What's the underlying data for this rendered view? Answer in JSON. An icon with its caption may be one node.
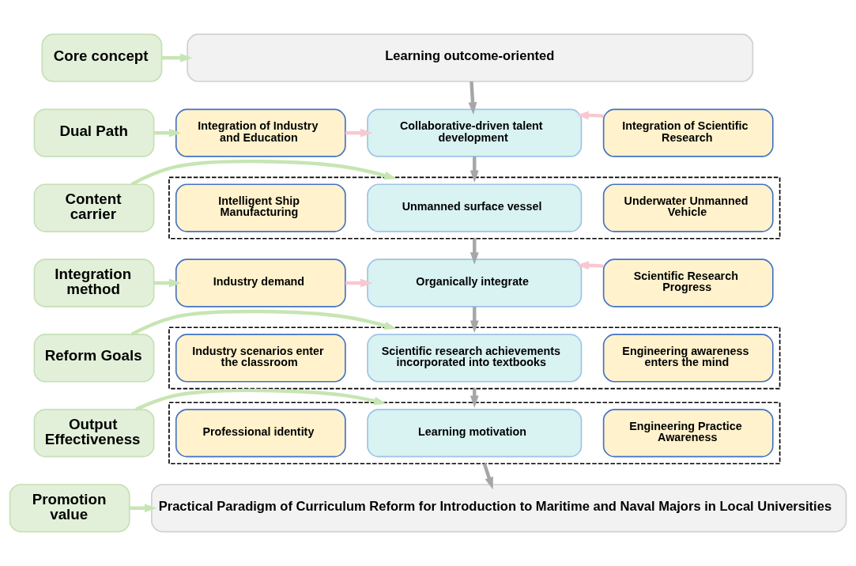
{
  "diagram": {
    "nodes": [
      {
        "text": [
          "Core concept"
        ]
      },
      {
        "text": [
          "Learning outcome-oriented"
        ]
      },
      {
        "text": [
          "Dual Path"
        ]
      },
      {
        "text": [
          "Integration of Industry and Education"
        ]
      },
      {
        "text": [
          "Collaborative-driven talent development"
        ]
      },
      {
        "text": [
          "Integration of Scientific Research"
        ]
      },
      {
        "text": [
          "Content carrier"
        ]
      },
      {
        "text": [],
        "shape": "box"
      },
      {
        "text": [
          "Intelligent Ship Manufacturing"
        ],
        "in": 7
      },
      {
        "text": [
          "Unmanned surface vessel"
        ],
        "in": 7
      },
      {
        "text": [
          "Underwater Unmanned Vehicle"
        ],
        "in": 7
      },
      {
        "text": [
          "Integration method"
        ]
      },
      {
        "text": [
          "Industry demand"
        ]
      },
      {
        "text": [
          "Organically integrate"
        ]
      },
      {
        "text": [
          "Scientific Research Progress"
        ]
      },
      {
        "text": [
          "Reform Goals"
        ]
      },
      {
        "text": [],
        "shape": "box"
      },
      {
        "text": [
          "Industry scenarios enter the classroom"
        ],
        "in": 16
      },
      {
        "text": [
          "Scientific research achievements incorporated into textbooks"
        ],
        "in": 16
      },
      {
        "text": [
          "Engineering awareness enters the mind"
        ],
        "in": 16
      },
      {
        "text": [
          "Output Effectiveness"
        ]
      },
      {
        "text": [],
        "shape": "box"
      },
      {
        "text": [
          "Professional identity"
        ],
        "in": 21
      },
      {
        "text": [
          "Learning motivation"
        ],
        "in": 21
      },
      {
        "text": [
          "Engineering Practice Awareness"
        ],
        "in": 21
      },
      {
        "text": [
          "Promotion value"
        ]
      },
      {
        "text": [
          "Practical Paradigm of Curriculum Reform for Introduction to Maritime and Naval Majors in Local Universities"
        ]
      }
    ],
    "edges": [
      {
        "from": 0,
        "to": 1,
        "arrow": "to",
        "color": "#c6e5b3"
      },
      {
        "from": 1,
        "to": 4,
        "arrow": "to",
        "color": "#a6a6a6"
      },
      {
        "from": 2,
        "to": 3,
        "arrow": "to",
        "color": "#c6e5b3"
      },
      {
        "from": 3,
        "to": 4,
        "arrow": "to",
        "color": "#f8c8d0"
      },
      {
        "from": 5,
        "to": 4,
        "arrow": "to",
        "color": "#f8c8d0"
      },
      {
        "from": 4,
        "to": 7,
        "arrow": "to",
        "color": "#a6a6a6"
      },
      {
        "from": 6,
        "to": 7,
        "arrow": "to",
        "color": "#c6e5b3"
      },
      {
        "from": 7,
        "to": 13,
        "arrow": "to",
        "color": "#a6a6a6"
      },
      {
        "from": 11,
        "to": 12,
        "arrow": "to",
        "color": "#c6e5b3"
      },
      {
        "from": 12,
        "to": 13,
        "arrow": "to",
        "color": "#f8c8d0"
      },
      {
        "from": 14,
        "to": 13,
        "arrow": "to",
        "color": "#f8c8d0"
      },
      {
        "from": 13,
        "to": 16,
        "arrow": "to",
        "color": "#a6a6a6"
      },
      {
        "from": 15,
        "to": 16,
        "arrow": "to",
        "color": "#c6e5b3"
      },
      {
        "from": 16,
        "to": 21,
        "arrow": "to",
        "color": "#a6a6a6"
      },
      {
        "from": 20,
        "to": 21,
        "arrow": "to",
        "color": "#c6e5b3"
      },
      {
        "from": 21,
        "to": 26,
        "arrow": "to",
        "color": "#a6a6a6"
      },
      {
        "from": 25,
        "to": 26,
        "arrow": "to",
        "color": "#c6e5b3"
      }
    ]
  }
}
